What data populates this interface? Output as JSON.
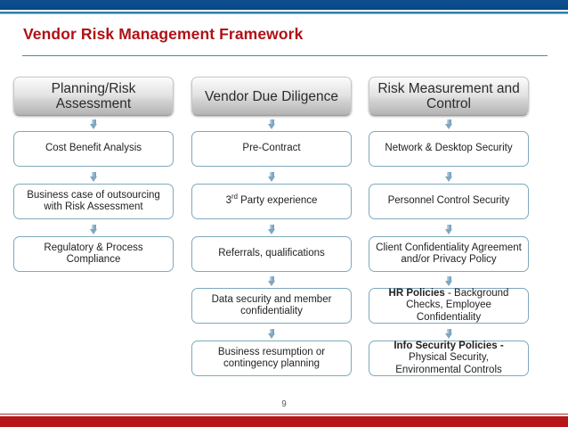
{
  "slide": {
    "title": "Vendor Risk Management Framework",
    "page_number": "9",
    "accent_colors": {
      "title_red": "#b01116",
      "top_bar_blue": "#0d4e8c",
      "rule_teal": "#3f8fa6",
      "bottom_bar_red": "#b51718",
      "box_border_blue": "#7fa9bd",
      "connector_blue": "#7fa6c2"
    }
  },
  "columns": [
    {
      "header": "Planning/Risk Assessment",
      "nodes": [
        {
          "text": "Cost Benefit Analysis"
        },
        {
          "text": "Business case of outsourcing with Risk Assessment"
        },
        {
          "text": "Regulatory & Process Compliance"
        }
      ]
    },
    {
      "header": "Vendor Due Diligence",
      "nodes": [
        {
          "text": "Pre-Contract"
        },
        {
          "text": "3rd Party experience",
          "html": "3<sup>rd</sup> Party experience"
        },
        {
          "text": "Referrals, qualifications"
        },
        {
          "text": "Data security and member confidentiality"
        },
        {
          "text": "Business resumption or contingency planning"
        }
      ]
    },
    {
      "header": "Risk Measurement and Control",
      "nodes": [
        {
          "text": "Network & Desktop Security"
        },
        {
          "text": "Personnel Control Security"
        },
        {
          "text": "Client Confidentiality Agreement and/or Privacy Policy"
        },
        {
          "text": "HR Policies - Background Checks, Employee Confidentiality",
          "html": "<b>HR Policies</b> - Background Checks, Employee Confidentiality"
        },
        {
          "text": "Info Security Policies - Physical Security, Environmental Controls",
          "html": "<b>Info Security Policies -</b> Physical Security, Environmental Controls"
        }
      ]
    }
  ]
}
